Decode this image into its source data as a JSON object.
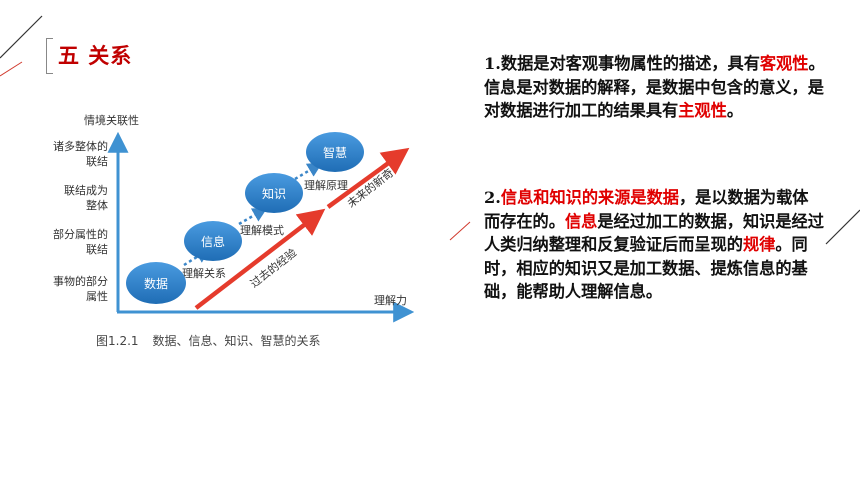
{
  "section": {
    "title": "五 关系"
  },
  "diagram": {
    "y_axis_label": "情境关联性",
    "y_levels": [
      [
        "诸多整体的",
        "联结"
      ],
      [
        "联结成为",
        "整体"
      ],
      [
        "部分属性的",
        "联结"
      ],
      [
        "事物的部分",
        "属性"
      ]
    ],
    "x_axis_label": "理解力",
    "nodes": [
      "数据",
      "信息",
      "知识",
      "智慧"
    ],
    "transitions": [
      "理解关系",
      "理解模式",
      "理解原理"
    ],
    "arrow_past_label": "过去的经验",
    "arrow_future_label": "未来的新奇",
    "caption_number": "图1.2.1",
    "caption_text": "数据、信息、知识、智慧的关系",
    "colors": {
      "node_fill": "#2a7fc9",
      "axis": "#3f92d2",
      "arrow": "#e53b2c",
      "dots": "#3b86c8"
    }
  },
  "para1": {
    "t1": "1.数据是对客观事物属性的描述，具有",
    "h1": "客观性",
    "t2": "。信息是对数据的解释，是数据中包含的意义，是对数据进行加工的结果具有",
    "h2": "主观性",
    "t3": "。"
  },
  "para2": {
    "t1": "2.",
    "h1": "信息和知识的来源是数据",
    "t2": "，是以数据为载体而存在的。",
    "h2": "信息",
    "t3": "是经过加工的数据，知识是经过人类归纳整理和反复验证后而呈现的",
    "h3": "规律",
    "t4": "。同时，相应的知识又是加工数据、提炼信息的基础，能帮助人理解信息。"
  }
}
